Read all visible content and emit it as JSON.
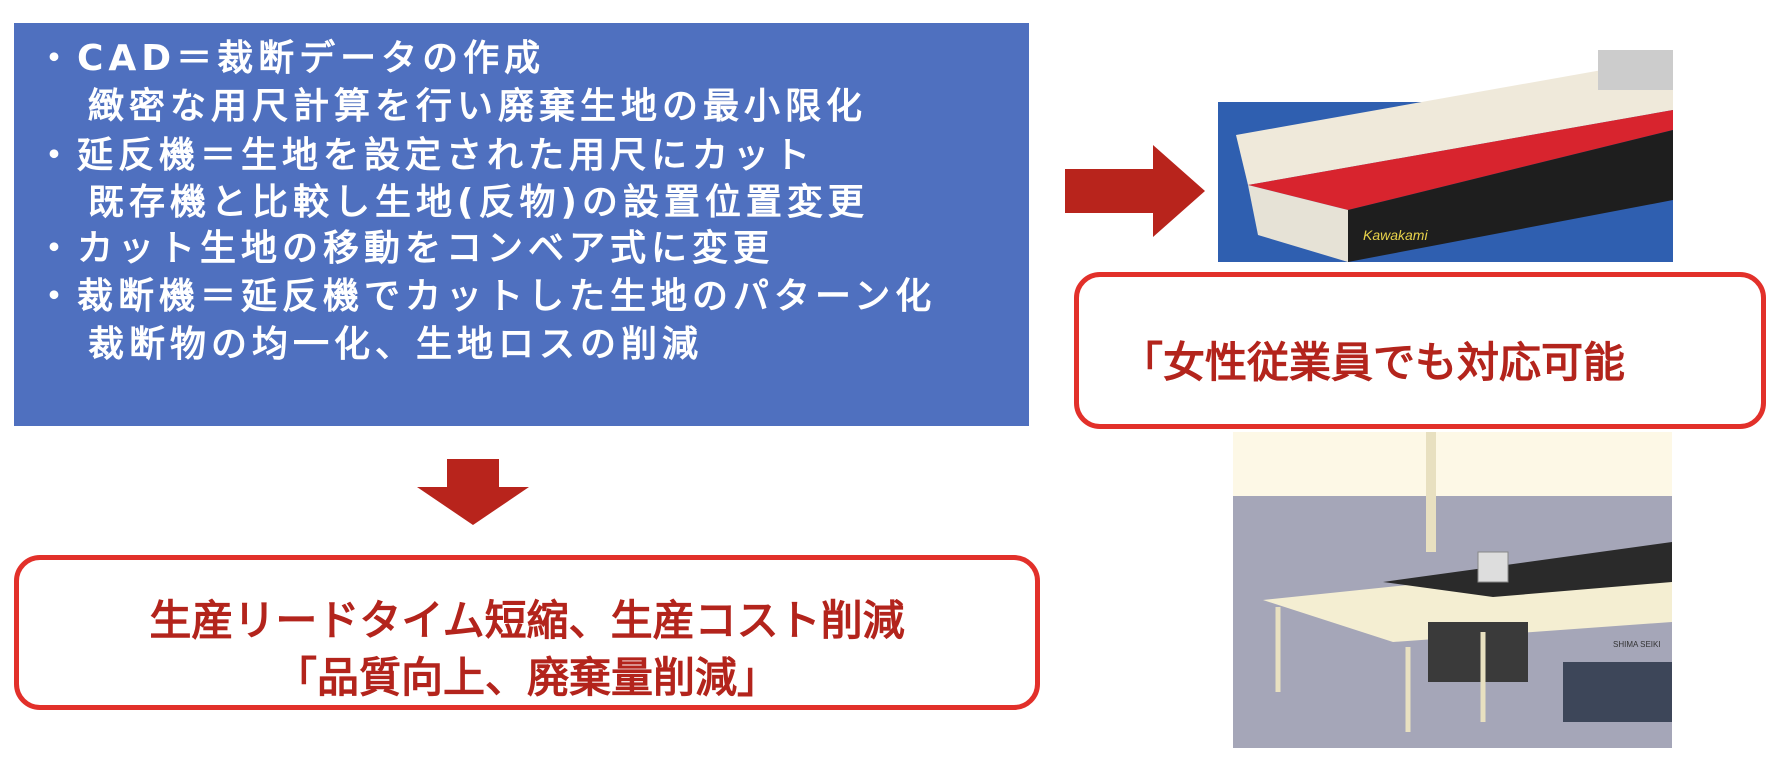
{
  "method_box": {
    "lines": [
      "・CAD＝裁断データの作成",
      "緻密な用尺計算を行い廃棄生地の最小限化",
      "・延反機＝生地を設定された用尺にカット",
      "既存機と比較し生地(反物)の設置位置変更",
      "・カット生地の移動をコンベア式に変更",
      "・裁断機＝延反機でカットした生地のパターン化",
      "裁断物の均一化、生地ロスの削減"
    ]
  },
  "result_box": {
    "line1": "生産リードタイム短縮、生産コスト削減",
    "line2": "「品質向上、廃棄量削減」"
  },
  "note_box": {
    "text": "「女性従業員でも対応可能"
  },
  "photos": {
    "spreader_brand": "Kawakami",
    "cutter_brand": "SHIMA SEIKI"
  },
  "colors": {
    "box_blue": "#4f70bf",
    "arrow_red": "#b8241c",
    "border_red": "#e2302a"
  }
}
